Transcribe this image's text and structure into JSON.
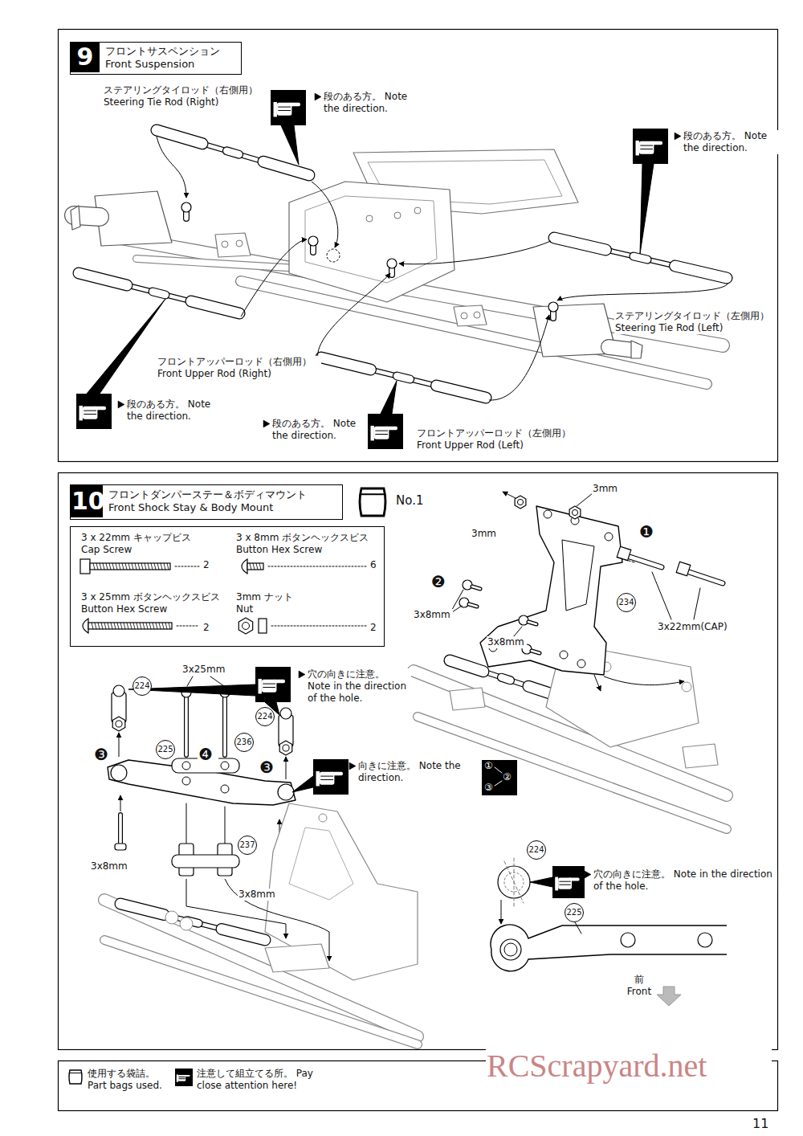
{
  "diagram": {
    "nodes": [
      {
        "text": [
          "9",
          "フロントサスペンション Front Suspension"
        ]
      },
      {
        "text": [
          "10",
          "フロントダンパーステー＆ボディマウント Front Shock Stay & Body Mount"
        ]
      },
      {
        "text": [
          "No.1"
        ]
      },
      {
        "text": [
          "3 x 22mm キャップビス Cap Screw",
          "2",
          "3 x 8mm ボタンヘックスビス Button Hex Screw",
          "6",
          "3 x 25mm ボタンヘックスビス Button Hex Screw",
          "2",
          "3mm ナット Nut",
          "2"
        ]
      },
      {
        "text": [
          "①",
          "②",
          "③"
        ]
      }
    ],
    "labels": [
      "ステアリングタイロッド（右側用） Steering Tie Rod (Right)",
      "段のある方。 Note the direction.",
      "段のある方。 Note the direction.",
      "ステアリングタイロッド（左側用） Steering Tie Rod (Left)",
      "フロントアッパーロッド（右側用） Front Upper Rod (Right)",
      "段のある方。 Note the direction.",
      "段のある方。 Note the direction.",
      "フロントアッパーロッド（左側用） Front Upper Rod (Left)",
      "3mm",
      "3mm",
      "❶",
      "❷",
      "3x8mm",
      "3x8mm",
      "234",
      "3x22mm(CAP)",
      "3x25mm",
      "224",
      "224",
      "穴の向きに注意。 Note in the direction of the hole.",
      "❸",
      "225",
      "❹",
      "236",
      "❸",
      "向きに注意。 Note the direction.",
      "3x8mm",
      "237",
      "3x8mm",
      "224",
      "穴の向きに注意。 Note in the direction of the hole.",
      "225",
      "前 Front",
      "RCScrapyard.net",
      "11"
    ],
    "legend": [
      {
        "text": "使用する袋詰。 Part bags used."
      },
      {
        "text": "注意して組立てる所。 Pay close attention here!"
      }
    ]
  }
}
